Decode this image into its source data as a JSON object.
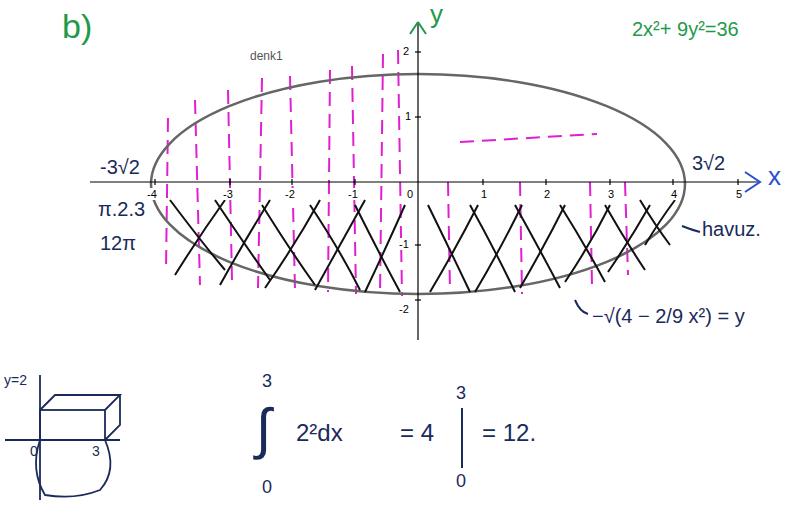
{
  "diagram": {
    "labels": [
      "b)",
      "y",
      "2x²+ 9y²=36",
      "denk1",
      "2",
      "1",
      "-1",
      "-2",
      "-4",
      "-3",
      "-2",
      "-1",
      "0",
      "1",
      "2",
      "3",
      "4",
      "5",
      "-3√2",
      "3√2",
      "x",
      "π.2.3",
      "12π",
      "havuz.",
      "−√(4 − 2/9 x²) = y",
      "y=2",
      "0",
      "3",
      "∫",
      "3",
      "0",
      "2²dx",
      "= 4",
      "3",
      "0",
      "= 12."
    ]
  }
}
